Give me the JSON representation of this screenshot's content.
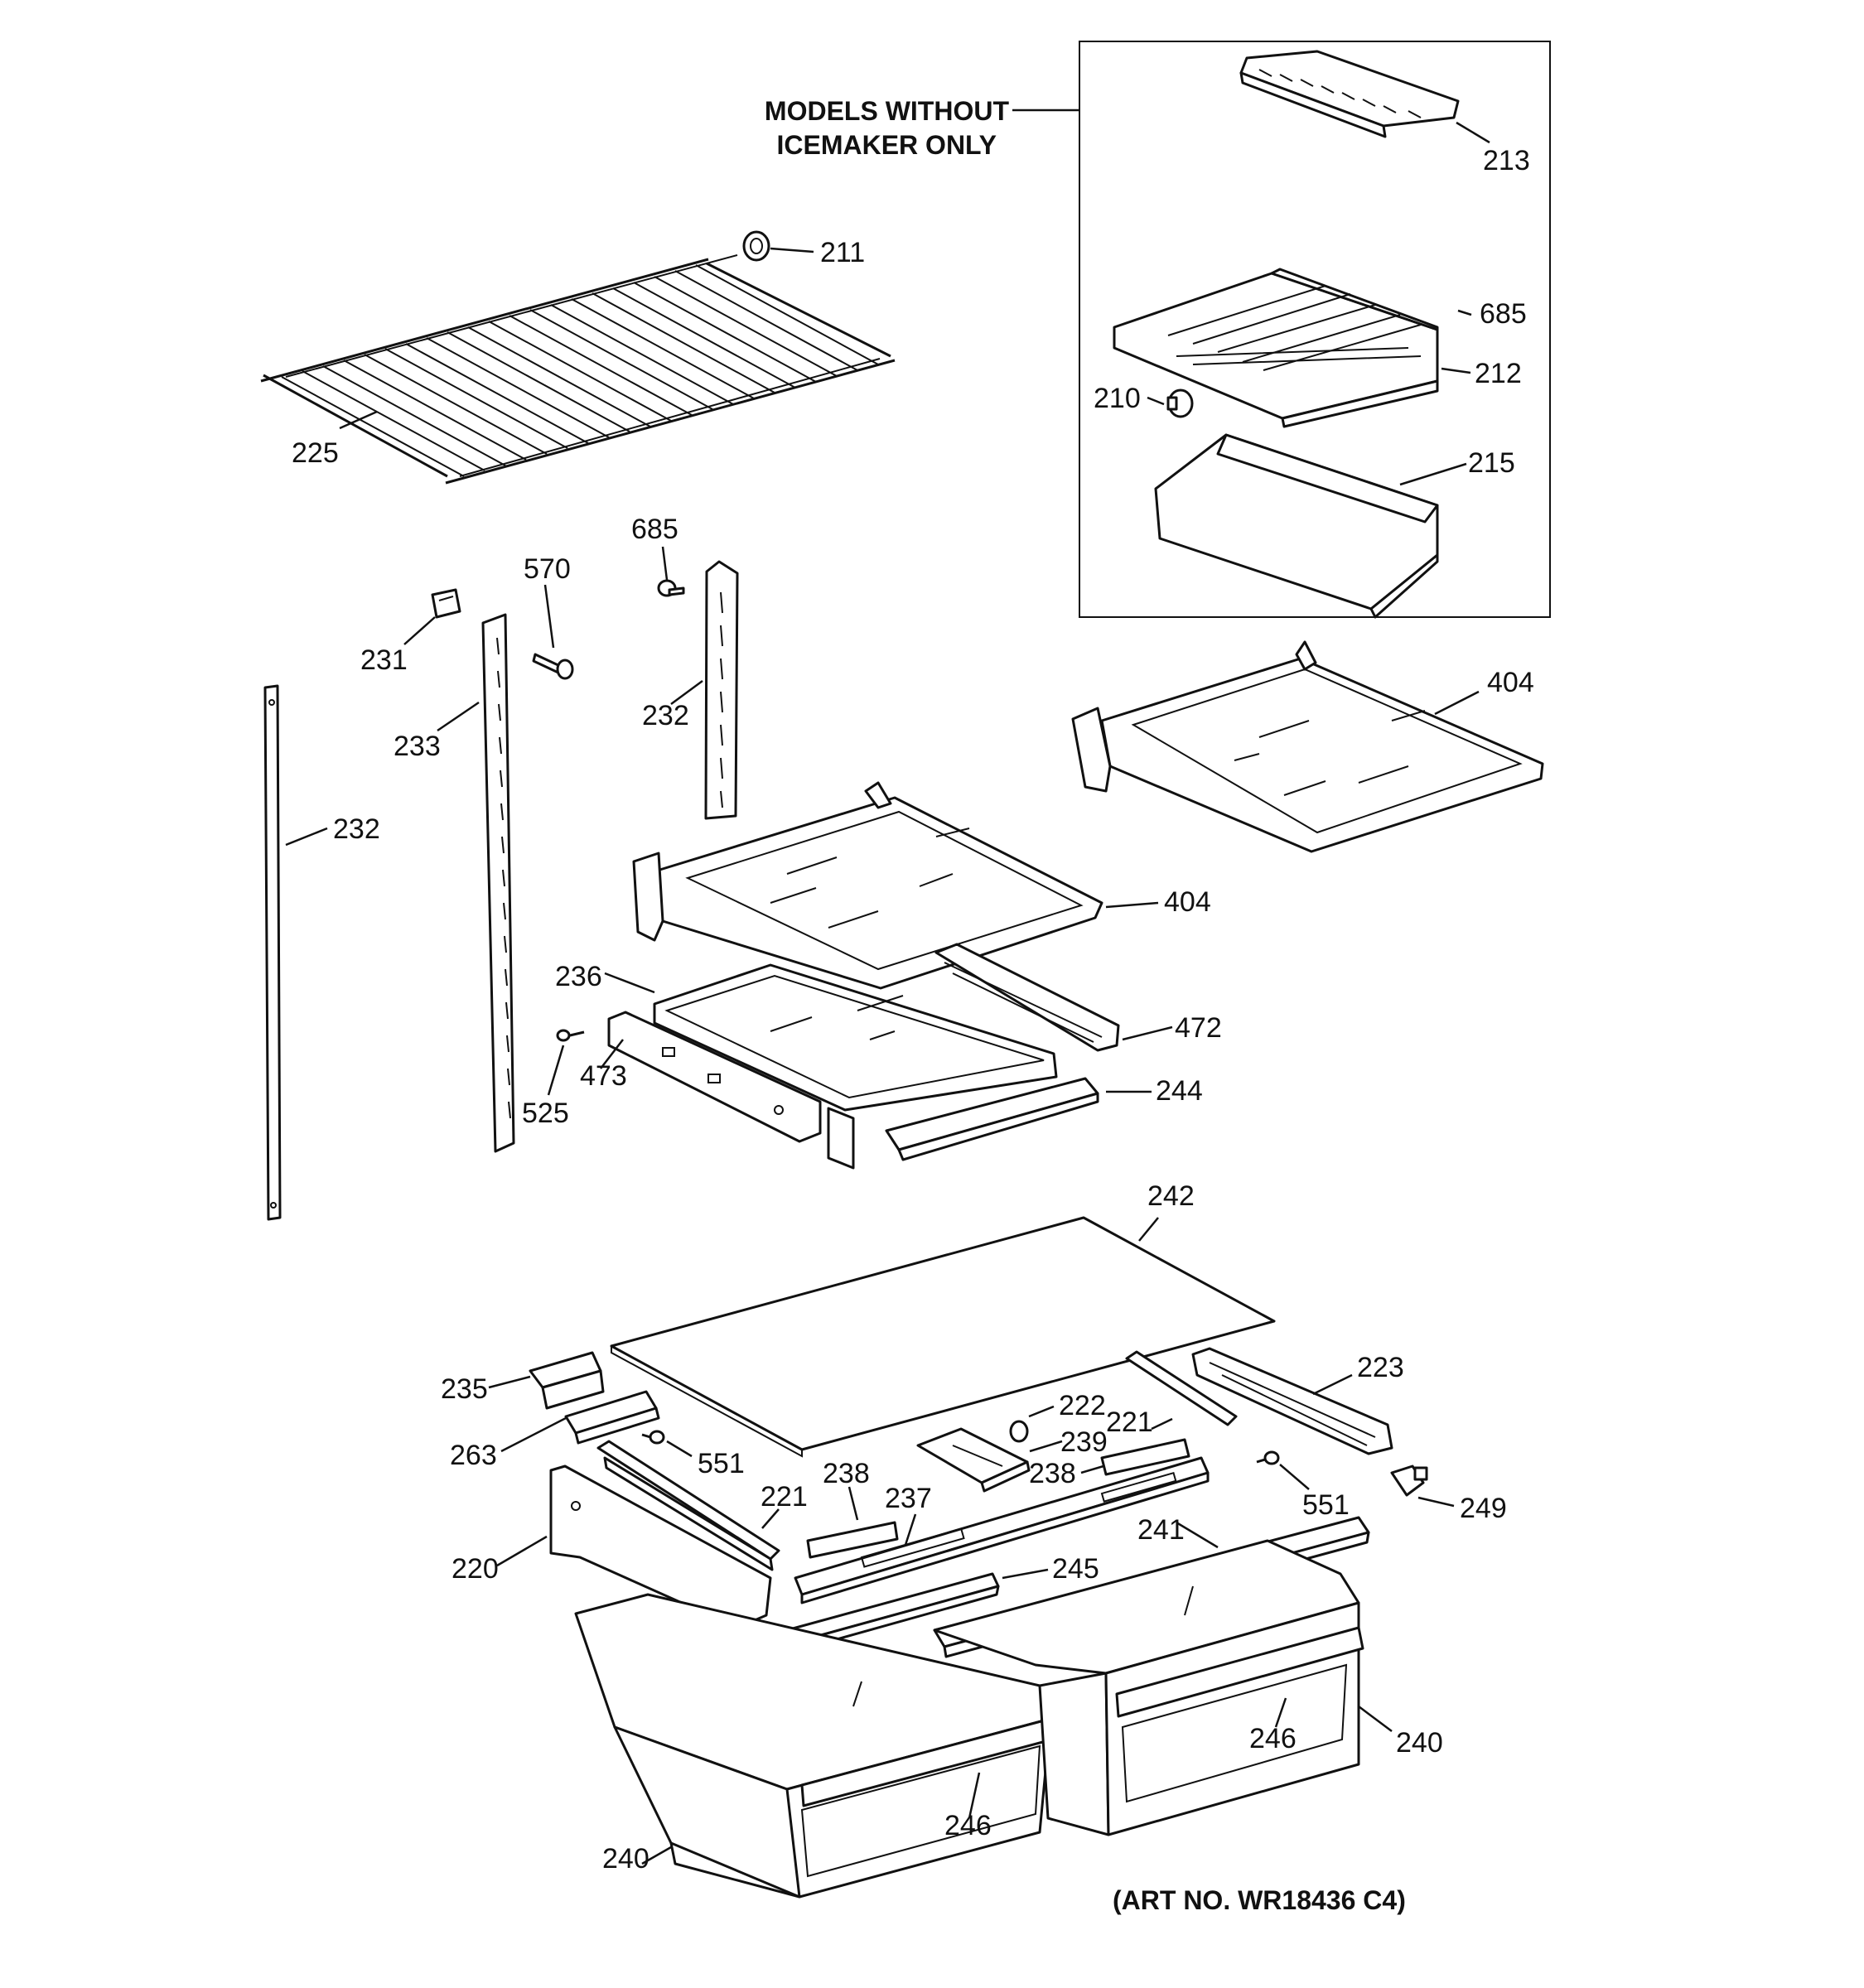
{
  "inset_label": [
    "MODELS WITHOUT",
    "ICEMAKER ONLY"
  ],
  "art_number": "(ART NO. WR18436 C4)",
  "callouts": {
    "p211": "211",
    "p213": "213",
    "p685a": "685",
    "p212": "212",
    "p210": "210",
    "p215": "215",
    "p225": "225",
    "p685b": "685",
    "p570": "570",
    "p231": "231",
    "p232a": "232",
    "p233": "233",
    "p232b": "232",
    "p404a": "404",
    "p404b": "404",
    "p236": "236",
    "p472": "472",
    "p473": "473",
    "p525": "525",
    "p244": "244",
    "p242": "242",
    "p223": "223",
    "p235": "235",
    "p222": "222",
    "p221a": "221",
    "p263": "263",
    "p239": "239",
    "p551a": "551",
    "p238a": "238",
    "p238b": "238",
    "p551b": "551",
    "p249": "249",
    "p221b": "221",
    "p237": "237",
    "p241": "241",
    "p220": "220",
    "p245": "245",
    "p246a": "246",
    "p240a": "240",
    "p246b": "246",
    "p240b": "240"
  }
}
